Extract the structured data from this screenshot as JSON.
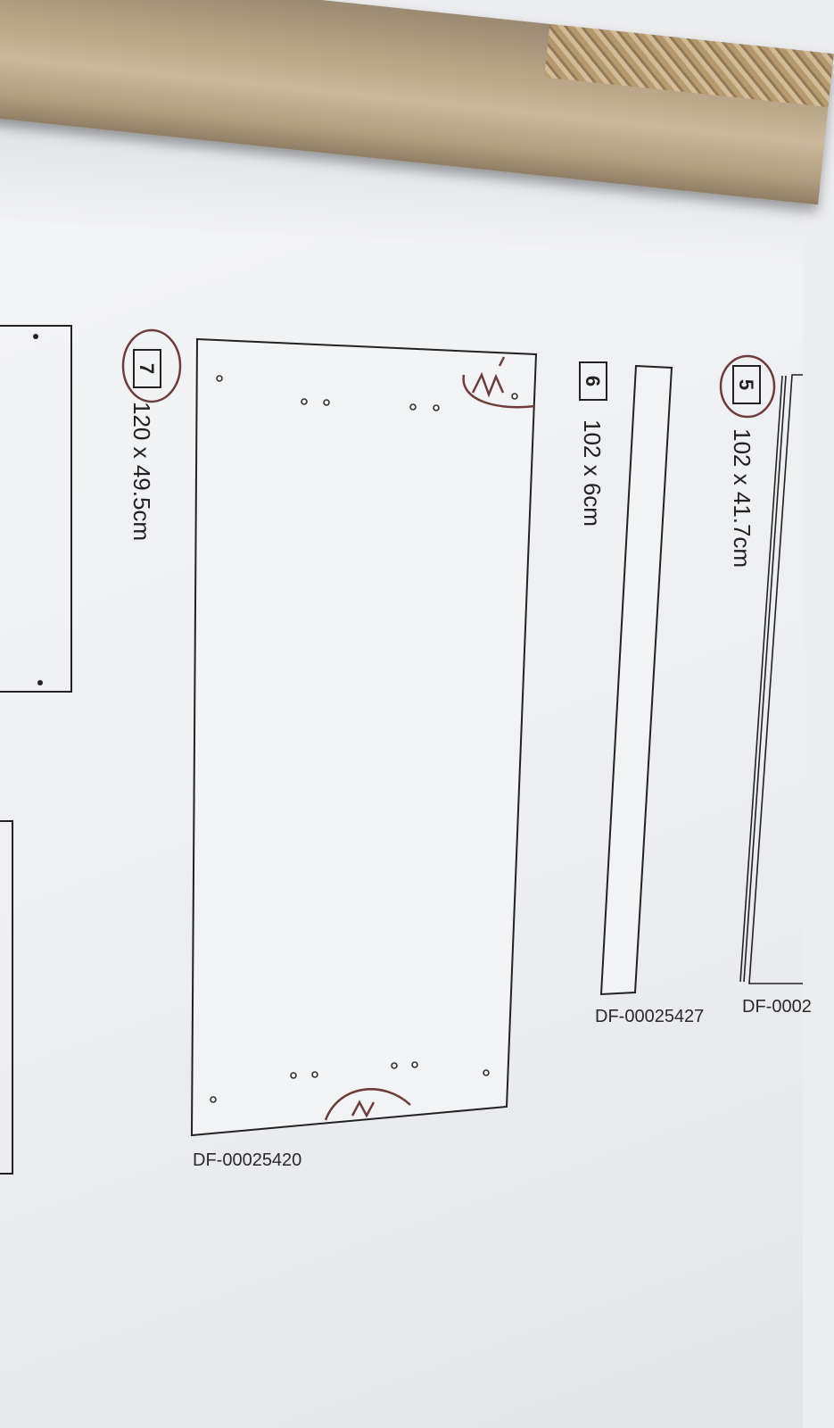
{
  "parts": [
    {
      "number": "7",
      "dimensions": "120 x 49.5cm",
      "code": "DF-00025420"
    },
    {
      "number": "6",
      "dimensions": "102 x 6cm",
      "code": "DF-00025427"
    },
    {
      "number": "5",
      "dimensions": "102 x 41.7cm",
      "code": "DF-0002"
    }
  ],
  "colors": {
    "ink": "#222222",
    "pen": "#6b3d3d",
    "paper": "#eceef1"
  }
}
